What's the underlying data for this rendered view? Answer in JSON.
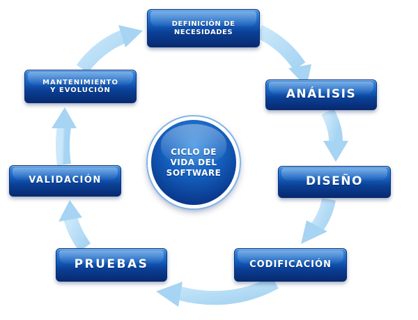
{
  "diagram": {
    "center": "CICLO DE\nVIDA DEL\nSOFTWARE",
    "stages": {
      "definicion": "DEFINICIÓN DE\nNECESIDADES",
      "analisis": "ANÁLISIS",
      "diseno": "DISEÑO",
      "codificacion": "CODIFICACIÓN",
      "pruebas": "PRUEBAS",
      "validacion": "VALIDACIÓN",
      "mantenimiento": "MANTENIMIENTO\nY EVOLUCIÓN"
    }
  },
  "colors": {
    "box_dark": "#0b3f96",
    "box_light": "#3f8fe0",
    "arrow": "#b3dcf5",
    "text": "#ffffff"
  }
}
